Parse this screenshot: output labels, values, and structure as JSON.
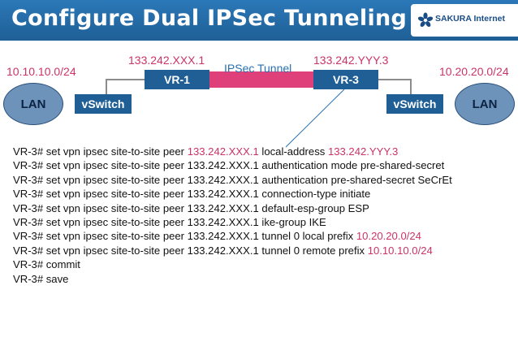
{
  "title": "Configure Dual IPSec Tunneling 3/3",
  "logo": {
    "text": "SAKURA Internet",
    "icon": "sakura-flower-icon"
  },
  "colors": {
    "header": "#1f5f96",
    "accent": "#cc3366",
    "tunnel": "#e0407a",
    "node": "#1f5f96",
    "lan": "#6e93bb"
  },
  "diagram": {
    "left_lan": {
      "label": "LAN",
      "subnet": "10.10.10.0/24"
    },
    "right_lan": {
      "label": "LAN",
      "subnet": "10.20.20.0/24"
    },
    "left_switch": "vSwitch",
    "right_switch": "vSwitch",
    "vr1": {
      "label": "VR-1",
      "ip": "133.242.XXX.1"
    },
    "vr3": {
      "label": "VR-3",
      "ip": "133.242.YYY.3"
    },
    "tunnel_label": "IPSec Tunnel"
  },
  "commands": [
    {
      "text": "VR-3# set vpn ipsec site-to-site peer ",
      "hl1": "133.242.XXX.1",
      "mid": " local-address ",
      "hl2": "133.242.YYY.3"
    },
    {
      "text": "VR-3# set vpn ipsec site-to-site peer 133.242.XXX.1 authentication mode pre-shared-secret"
    },
    {
      "text": "VR-3# set vpn ipsec site-to-site peer 133.242.XXX.1 authentication pre-shared-secret SeCrEt"
    },
    {
      "text": "VR-3# set vpn ipsec site-to-site peer 133.242.XXX.1 connection-type initiate"
    },
    {
      "text": "VR-3# set vpn ipsec site-to-site peer 133.242.XXX.1 default-esp-group ESP"
    },
    {
      "text": "VR-3# set vpn ipsec site-to-site peer 133.242.XXX.1 ike-group IKE"
    },
    {
      "text": "VR-3# set vpn ipsec site-to-site peer 133.242.XXX.1 tunnel 0 local prefix ",
      "hl1": "10.20.20.0/24"
    },
    {
      "text": "VR-3# set vpn ipsec site-to-site peer 133.242.XXX.1 tunnel 0 remote prefix ",
      "hl1": "10.10.10.0/24"
    },
    {
      "text": "VR-3# commit"
    },
    {
      "text": "VR-3# save"
    }
  ]
}
